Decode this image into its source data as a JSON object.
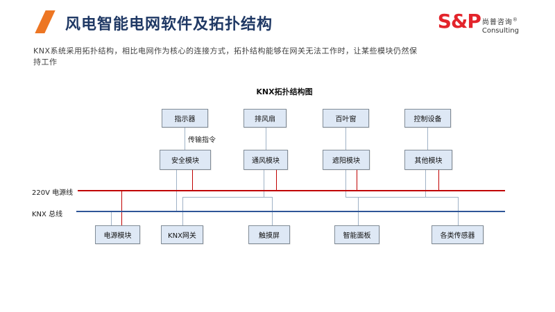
{
  "slide": {
    "title": "风电智能电网软件及拓扑结构",
    "subtitle": "KNX系统采用拓扑结构，相比电网作为核心的连接方式，拓扑结构能够在网关无法工作时，让某些模块仍然保持工作",
    "logo": {
      "brand": "S&P",
      "cn": "尚普咨询",
      "reg": "®",
      "sub": "Consulting"
    }
  },
  "diagram": {
    "title": "KNX拓扑结构图",
    "edge_label": "传输指令",
    "buses": [
      {
        "id": "power-line",
        "label": "220V 电源线",
        "color": "#C00000"
      },
      {
        "id": "knx-bus",
        "label": "KNX 总线",
        "color": "#2F5597"
      }
    ],
    "nodes": {
      "devices": [
        {
          "id": "indicator",
          "label": "指示器"
        },
        {
          "id": "exhaust-fan",
          "label": "排风扇"
        },
        {
          "id": "blinds",
          "label": "百叶窗"
        },
        {
          "id": "control-device",
          "label": "控制设备"
        }
      ],
      "modules": [
        {
          "id": "safety-module",
          "label": "安全模块"
        },
        {
          "id": "ventilation-module",
          "label": "通风模块"
        },
        {
          "id": "shading-module",
          "label": "遮阳模块"
        },
        {
          "id": "other-module",
          "label": "其他模块"
        }
      ],
      "bottom": [
        {
          "id": "power-module",
          "label": "电源模块"
        },
        {
          "id": "knx-gateway",
          "label": "KNX网关"
        },
        {
          "id": "touch-screen",
          "label": "触摸屏"
        },
        {
          "id": "smart-panel",
          "label": "智能面板"
        },
        {
          "id": "sensors",
          "label": "各类传感器"
        }
      ]
    },
    "colors": {
      "node_fill": "#DEE8F5",
      "node_border": "#808B96",
      "connector": "#9FB2C6",
      "accent_orange": "#ED7623",
      "title_navy": "#1F3864",
      "logo_red": "#E3242B"
    }
  }
}
